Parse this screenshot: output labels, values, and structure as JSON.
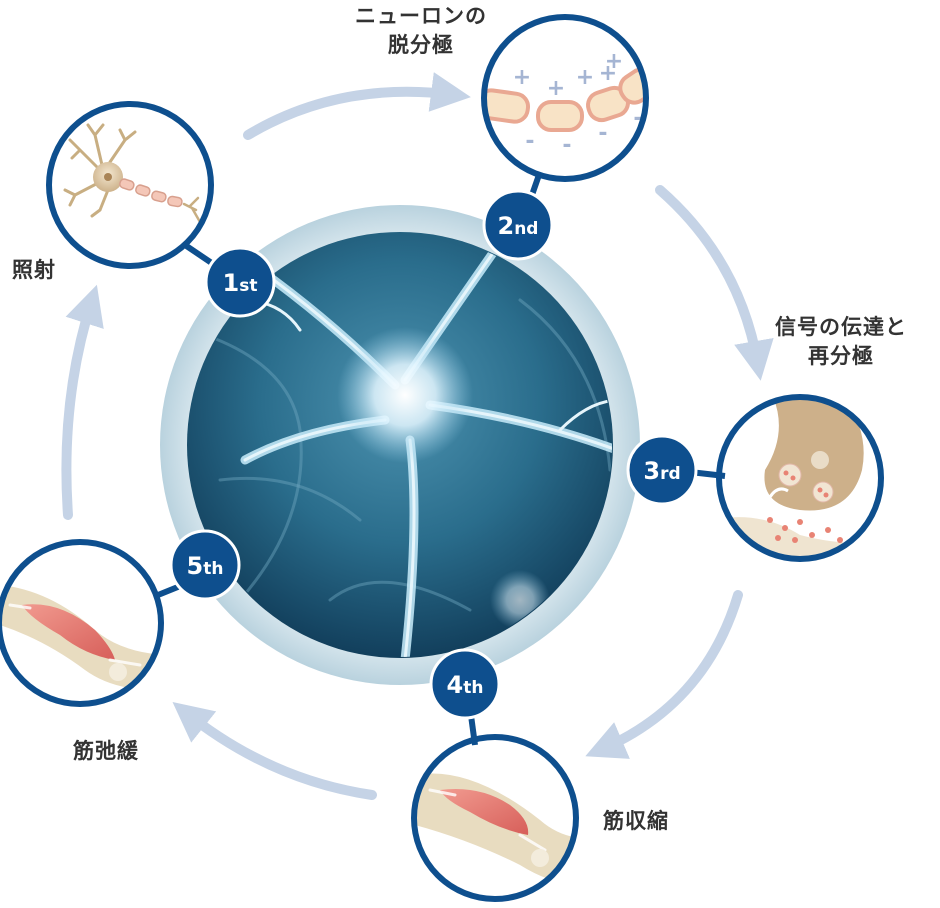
{
  "colors": {
    "navy": "#0e4f8e",
    "arrow": "#c5d3e6",
    "skin": "#e8dcc0",
    "muscle": "#e9827a",
    "neuron_bg": "#1b5f7e"
  },
  "steps": [
    {
      "num": "1",
      "suffix": "st",
      "icon": "neuron-cell-icon",
      "label_lines": [
        "照射"
      ]
    },
    {
      "num": "2",
      "suffix": "nd",
      "icon": "axon-depolarization-icon",
      "label_lines": [
        "ニューロンの",
        "脱分極"
      ]
    },
    {
      "num": "3",
      "suffix": "rd",
      "icon": "synapse-icon",
      "label_lines": [
        "信号の伝達と",
        "再分極"
      ]
    },
    {
      "num": "4",
      "suffix": "th",
      "icon": "muscle-contraction-icon",
      "label_lines": [
        "筋収縮"
      ]
    },
    {
      "num": "5",
      "suffix": "th",
      "icon": "muscle-relaxation-icon",
      "label_lines": [
        "筋弛緩"
      ]
    }
  ]
}
